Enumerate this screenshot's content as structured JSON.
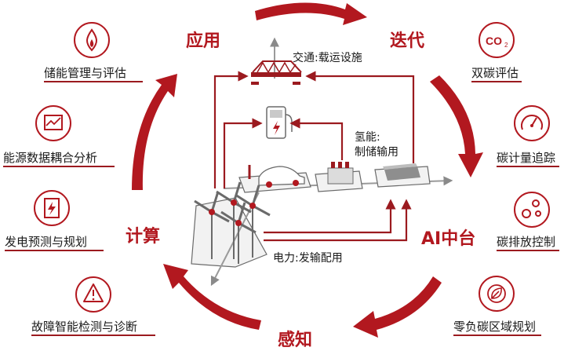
{
  "cycle": {
    "top_left": "应用",
    "top_right": "迭代",
    "right": "AI中台",
    "bottom": "感知",
    "left": "计算"
  },
  "left_items": [
    {
      "label": "储能管理与评估",
      "icon": "droplet-flame-icon"
    },
    {
      "label": "能源数据耦合分析",
      "icon": "data-chart-icon"
    },
    {
      "label": "发电预测与规划",
      "icon": "lightning-panel-icon"
    },
    {
      "label": "故障智能检测与诊断",
      "icon": "warning-triangle-icon"
    }
  ],
  "right_items": [
    {
      "label": "双碳评估",
      "icon": "co2-icon"
    },
    {
      "label": "碳计量追踪",
      "icon": "gauge-icon"
    },
    {
      "label": "碳排放控制",
      "icon": "bubbles-icon"
    },
    {
      "label": "零负碳区域规划",
      "icon": "leaf-icon"
    }
  ],
  "center": {
    "traffic": "交通:载运设施",
    "hydrogen_line1": "氢能:",
    "hydrogen_line2": "制储输用",
    "power": "电力:发输配用"
  },
  "colors": {
    "accent": "#b2181f",
    "dark_red": "#9b1a1f",
    "grey": "#8a8a8a"
  }
}
